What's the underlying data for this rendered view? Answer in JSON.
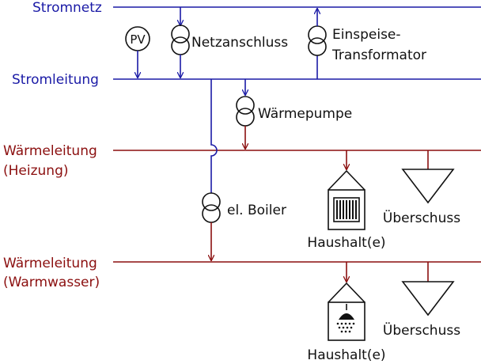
{
  "labels": {
    "stromnetz": "Stromnetz",
    "stromleitung": "Stromleitung",
    "waermeleitung_heizung_1": "Wärmeleitung",
    "waermeleitung_heizung_2": "(Heizung)",
    "waermeleitung_warmwasser_1": "Wärmeleitung",
    "waermeleitung_warmwasser_2": "(Warmwasser)",
    "pv": "PV",
    "netzanschluss": "Netzanschluss",
    "einspeise_1": "Einspeise-",
    "einspeise_2": "Transformator",
    "waermepumpe": "Wärmepumpe",
    "boiler": "el. Boiler",
    "ueberschuss_top": "Überschuss",
    "ueberschuss_bottom": "Überschuss",
    "haushalt_top": "Haushalt(e)",
    "haushalt_bottom": "Haushalt(e)"
  },
  "colors": {
    "electric": "#1a1aa6",
    "heat": "#8b0f0f",
    "consumer": "#111111"
  }
}
